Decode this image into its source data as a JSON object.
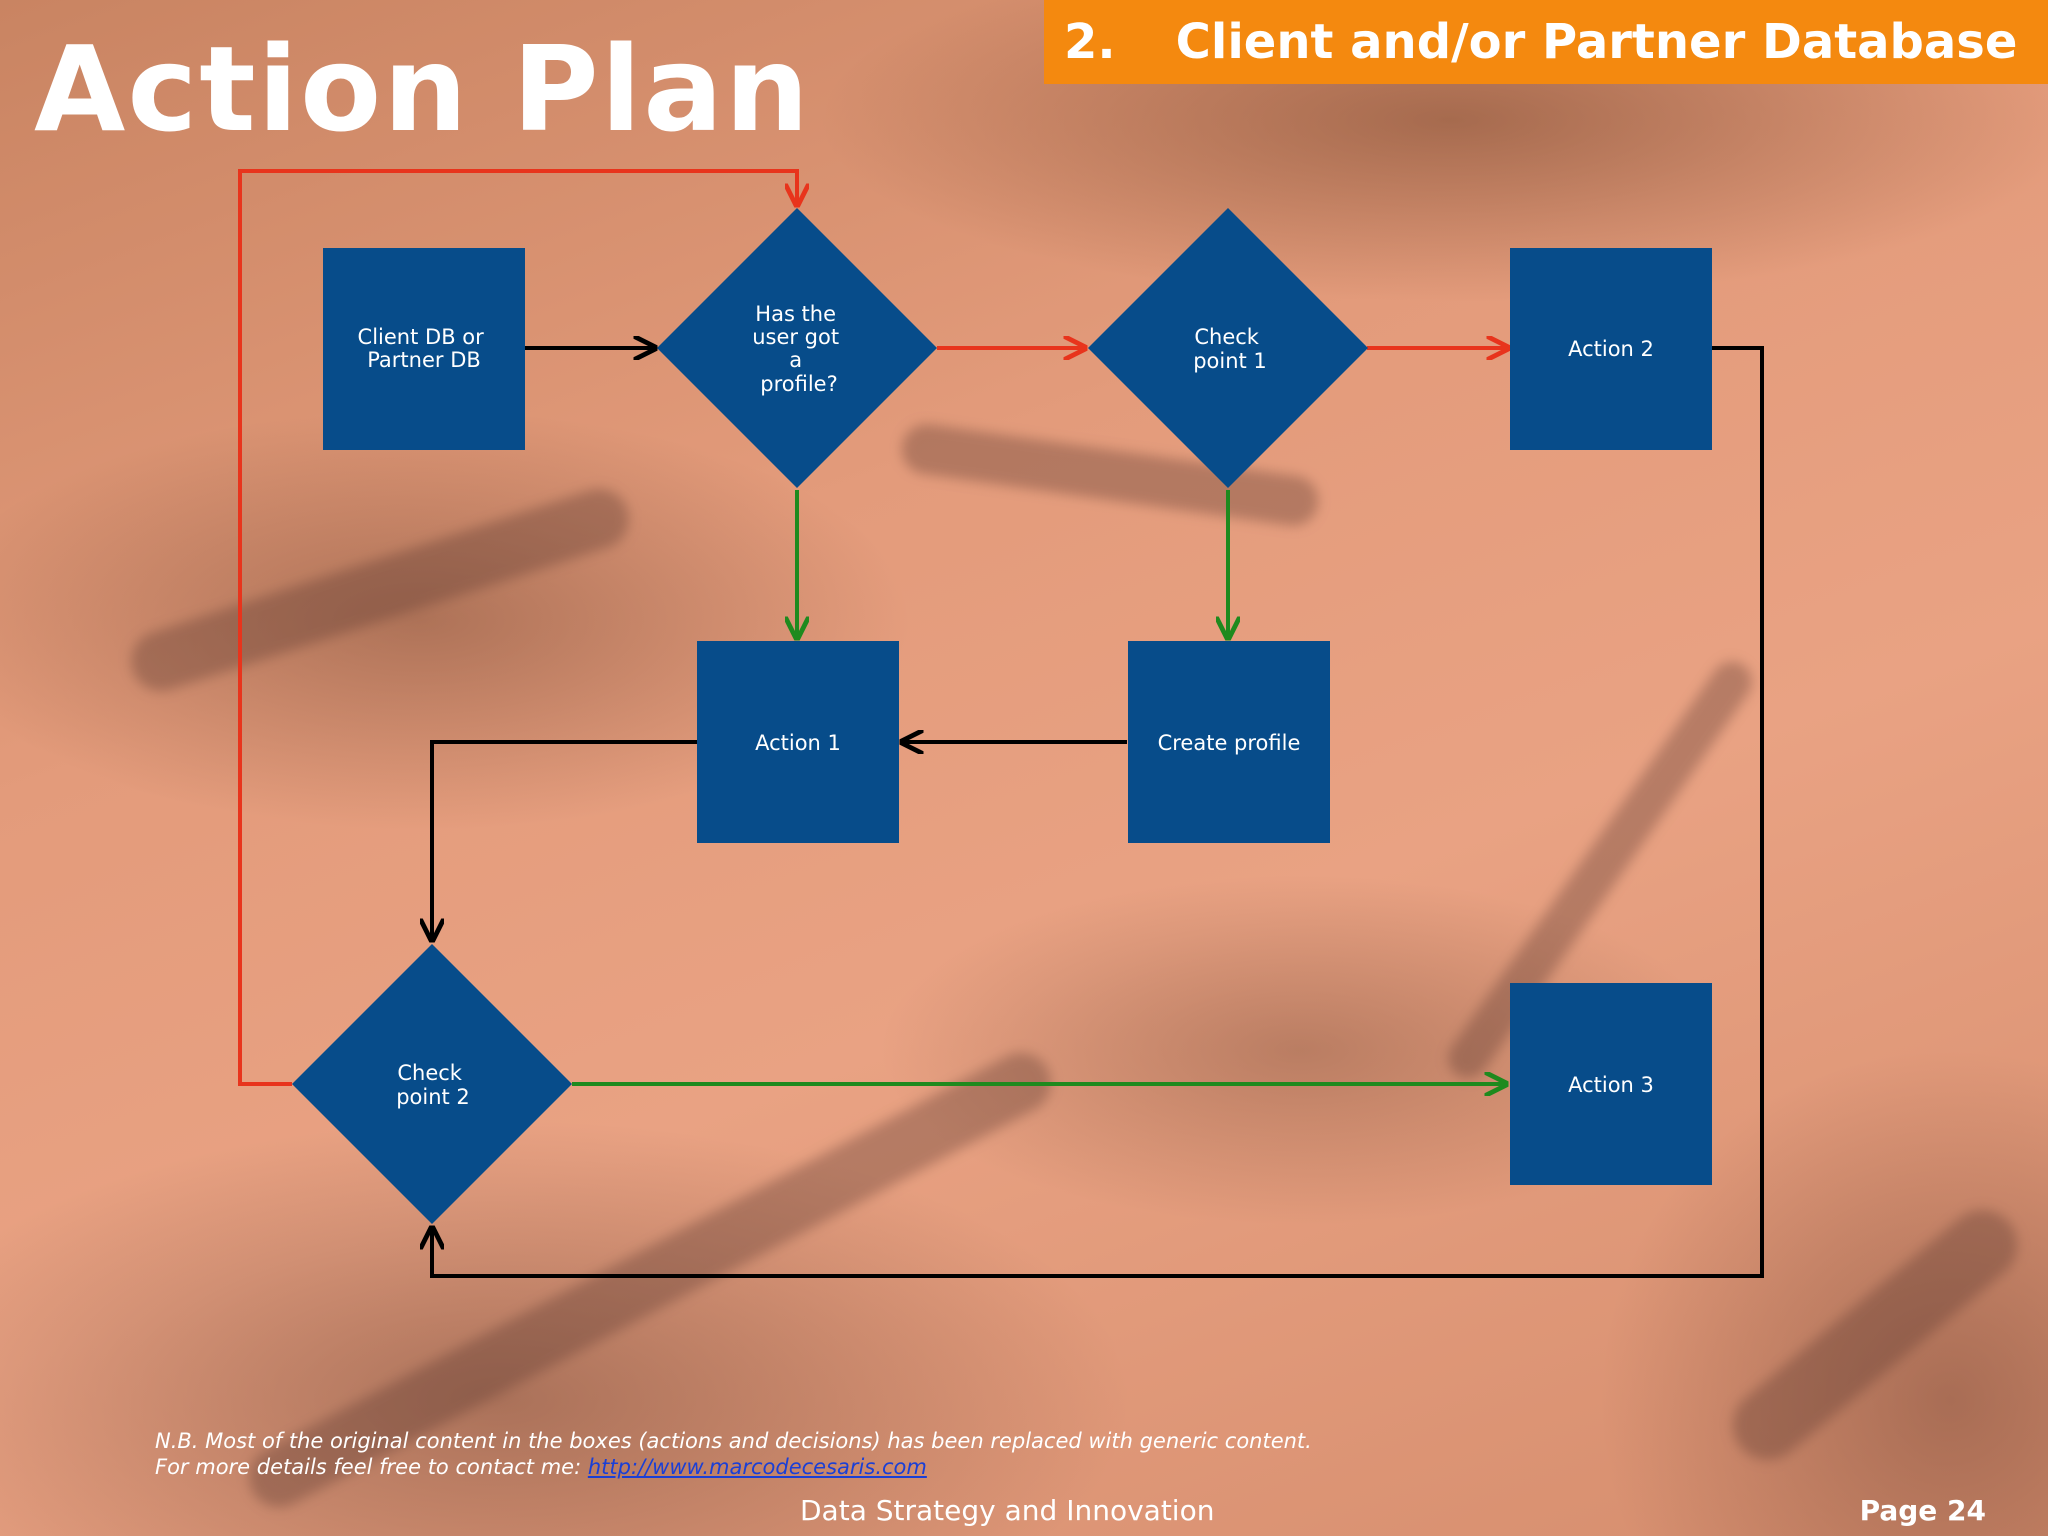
{
  "slide": {
    "title": "Action Plan",
    "section_number": "2.",
    "section_title": "Client and/or Partner Database"
  },
  "diagram": {
    "nodes": {
      "client_db": {
        "shape": "box",
        "lines": [
          "Client DB or",
          "Partner DB"
        ]
      },
      "decision_profile": {
        "shape": "diamond",
        "lines": [
          "Has the",
          "user got",
          "a",
          "profile?"
        ]
      },
      "checkpoint1": {
        "shape": "diamond",
        "lines": [
          "Check",
          "point 1"
        ]
      },
      "action2": {
        "shape": "box",
        "lines": [
          "Action 2"
        ]
      },
      "action1": {
        "shape": "box",
        "lines": [
          "Action 1"
        ]
      },
      "create_profile": {
        "shape": "box",
        "lines": [
          "Create profile"
        ]
      },
      "checkpoint2": {
        "shape": "diamond",
        "lines": [
          "Check",
          "point 2"
        ]
      },
      "action3": {
        "shape": "box",
        "lines": [
          "Action 3"
        ]
      }
    },
    "edges": [
      {
        "from": "client_db",
        "to": "decision_profile",
        "color": "#000000"
      },
      {
        "from": "decision_profile",
        "to": "checkpoint1",
        "color": "#e8341c"
      },
      {
        "from": "checkpoint1",
        "to": "action2",
        "color": "#e8341c"
      },
      {
        "from": "decision_profile",
        "to": "action1",
        "color": "#1e8a1e"
      },
      {
        "from": "checkpoint1",
        "to": "create_profile",
        "color": "#1e8a1e"
      },
      {
        "from": "create_profile",
        "to": "action1",
        "color": "#000000"
      },
      {
        "from": "action1",
        "to": "checkpoint2",
        "color": "#000000"
      },
      {
        "from": "checkpoint2",
        "to": "action3",
        "color": "#1e8a1e"
      },
      {
        "from": "checkpoint2",
        "to": "decision_profile",
        "color": "#e8341c"
      },
      {
        "from": "action2",
        "to": "checkpoint2",
        "color": "#000000"
      }
    ],
    "colors": {
      "node_fill": "#074c8a",
      "banner": "#f4890f"
    }
  },
  "note": {
    "line1": "N.B. Most of the original content in the boxes (actions and decisions)  has been replaced with generic content.",
    "line2_prefix": "For more details feel free to contact me: ",
    "link_text": "http://www.marcodecesaris.com"
  },
  "footer": {
    "center": "Data Strategy and Innovation",
    "page": "Page 24"
  }
}
